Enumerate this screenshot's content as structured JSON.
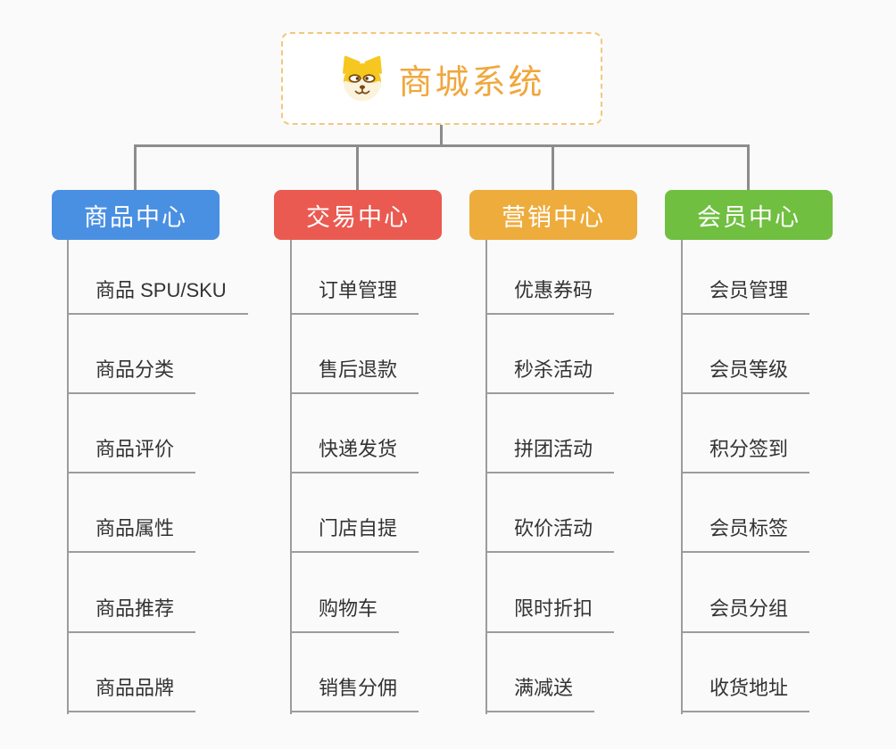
{
  "root": {
    "title": "商城系统",
    "icon": "dog-face-icon"
  },
  "branches": [
    {
      "label": "商品中心",
      "color": "#4A90E2",
      "items": [
        "商品 SPU/SKU",
        "商品分类",
        "商品评价",
        "商品属性",
        "商品推荐",
        "商品品牌"
      ]
    },
    {
      "label": "交易中心",
      "color": "#EA5A50",
      "items": [
        "订单管理",
        "售后退款",
        "快递发货",
        "门店自提",
        "购物车",
        "销售分佣"
      ]
    },
    {
      "label": "营销中心",
      "color": "#EEAC3C",
      "items": [
        "优惠券码",
        "秒杀活动",
        "拼团活动",
        "砍价活动",
        "限时折扣",
        "满减送"
      ]
    },
    {
      "label": "会员中心",
      "color": "#70BF41",
      "items": [
        "会员管理",
        "会员等级",
        "积分签到",
        "会员标签",
        "会员分组",
        "收货地址"
      ]
    }
  ],
  "colors": {
    "background": "#FAFAFA",
    "root_border": "#F3C77E",
    "root_text": "#F0A73C",
    "connector": "#8C8C8C",
    "child_line": "#9C9C9C",
    "item_text": "#333333"
  }
}
